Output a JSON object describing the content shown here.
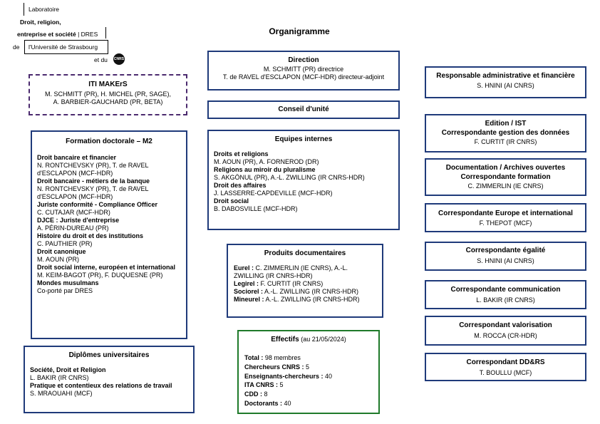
{
  "logo": {
    "line1": "Laboratoire",
    "line2": "Droit, religion,",
    "line3a": "entreprise et société",
    "line3b": "| DRES",
    "line4a": "de",
    "line4b": "l'Université de Strasbourg",
    "line5": "et du",
    "badge": "CNRS"
  },
  "page_title": "Organigramme",
  "direction": {
    "title": "Direction",
    "lines": [
      "M. SCHMITT (PR) directrice",
      "T. de RAVEL d'ESCLAPON (MCF-HDR) directeur-adjoint"
    ]
  },
  "conseil": {
    "title": "Conseil d'unité"
  },
  "iti": {
    "title": "ITI MAKErS",
    "lines": [
      "M. SCHMITT (PR), H. MICHEL (PR, SAGE),",
      "A. BARBIER-GAUCHARD (PR, BETA)"
    ]
  },
  "formation": {
    "title": "Formation doctorale – M2",
    "items": [
      {
        "h": "Droit bancaire et financier",
        "t": "N. RONTCHEVSKY (PR), T. de RAVEL d'ESCLAPON (MCF-HDR)"
      },
      {
        "h": "Droit bancaire - métiers de la banque",
        "t": "N. RONTCHEVSKY (PR), T. de RAVEL d'ESCLAPON (MCF-HDR)"
      },
      {
        "h": "Juriste conformité - Compliance Officer",
        "t": "C. CUTAJAR (MCF-HDR)"
      },
      {
        "h": "DJCE : Juriste d'entreprise",
        "t": "A. PÉRIN-DUREAU (PR)"
      },
      {
        "h": "Histoire du droit et des institutions",
        "t": "C. PAUTHIER (PR)"
      },
      {
        "h": "Droit canonique",
        "t": "M. AOUN (PR)"
      },
      {
        "h": "Droit social interne, européen et international",
        "t": "M. KEIM-BAGOT (PR), F. DUQUESNE (PR)"
      },
      {
        "h": "Mondes musulmans",
        "t": "Co-porté par DRES"
      }
    ]
  },
  "diplomes": {
    "title": "Diplômes universitaires",
    "items": [
      {
        "h": "Société, Droit et Religion",
        "t": "L. BAKIR (IR CNRS)"
      },
      {
        "h": "Pratique et contentieux des relations de travail",
        "t": "S. MRAOUAHI (MCF)"
      }
    ]
  },
  "equipes": {
    "title": "Equipes internes",
    "items": [
      {
        "h": "Droits et religions",
        "t": "M. AOUN (PR), A. FORNEROD (DR)"
      },
      {
        "h": "Religions au miroir du pluralisme",
        "t": "S. AKGÖNUL (PR), A.-L. ZWILLING (IR CNRS-HDR)"
      },
      {
        "h": "Droit des affaires",
        "t": "J. LASSERRE-CAPDEVILLE (MCF-HDR)"
      },
      {
        "h": "Droit social",
        "t": "B. DABOSVILLE (MCF-HDR)"
      }
    ]
  },
  "produits": {
    "title": "Produits documentaires",
    "items": [
      {
        "h": "Eurel :",
        "t": "C. ZIMMERLIN (IE CNRS), A.-L. ZWILLING (IR CNRS-HDR)"
      },
      {
        "h": "Legirel :",
        "t": "F. CURTIT (IR CNRS)"
      },
      {
        "h": "Sociorel :",
        "t": "A.-L. ZWILLING (IR CNRS-HDR)"
      },
      {
        "h": "Mineurel :",
        "t": "A.-L. ZWILLING (IR CNRS-HDR)"
      }
    ]
  },
  "effectifs": {
    "title": "Effectifs",
    "date": "(au 21/05/2024)",
    "items": [
      {
        "h": "Total :",
        "t": "98 membres"
      },
      {
        "h": "Chercheurs CNRS :",
        "t": "5"
      },
      {
        "h": "Enseignants-chercheurs :",
        "t": "40"
      },
      {
        "h": "ITA CNRS :",
        "t": "5"
      },
      {
        "h": "CDD :",
        "t": "8"
      },
      {
        "h": "Doctorants :",
        "t": "40"
      }
    ]
  },
  "right": [
    {
      "key": "resp",
      "titles": [
        "Responsable administrative et financière"
      ],
      "t": "S. HNINI (AI CNRS)"
    },
    {
      "key": "edition",
      "titles": [
        "Edition / IST",
        "Correspondante gestion des données"
      ],
      "t": "F. CURTIT (IR CNRS)"
    },
    {
      "key": "doc",
      "titles": [
        "Documentation / Archives ouvertes",
        "Correspondante formation"
      ],
      "t": "C. ZIMMERLIN (IE CNRS)"
    },
    {
      "key": "europe",
      "titles": [
        "Correspondante Europe et international"
      ],
      "t": "F. THEPOT (MCF)"
    },
    {
      "key": "egalite",
      "titles": [
        "Correspondante égalité"
      ],
      "t": "S. HNINI (AI CNRS)"
    },
    {
      "key": "comm",
      "titles": [
        "Correspondante communication"
      ],
      "t": "L. BAKIR (IR CNRS)"
    },
    {
      "key": "valo",
      "titles": [
        "Correspondant valorisation"
      ],
      "t": "M. ROCCA (CR-HDR)"
    },
    {
      "key": "ddrs",
      "titles": [
        "Correspondant DD&RS"
      ],
      "t": "T. BOULLU (MCF)"
    }
  ]
}
